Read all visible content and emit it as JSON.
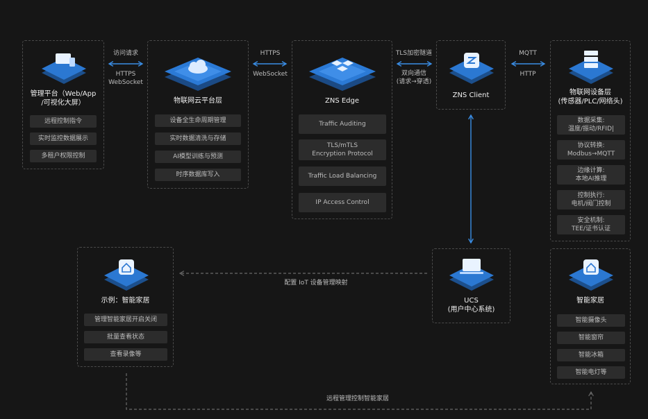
{
  "colors": {
    "accent": "#3a8ee6",
    "background": "#161616",
    "item_bg": "#2c2c2c"
  },
  "mgmt": {
    "title": "管理平台（Web/App\n/可视化大屏）",
    "icon": "monitor-phone-icon",
    "items": [
      "远程控制指令",
      "实时监控数据展示",
      "多租户权限控制"
    ]
  },
  "cloud": {
    "title": "物联网云平台层",
    "icon": "cloud-icon",
    "items": [
      "设备全生命周期管理",
      "实时数据清洗与存储",
      "AI模型训练与预测",
      "时序数据库写入"
    ]
  },
  "edge": {
    "title": "ZNS Edge",
    "icon": "edge-cubes-icon",
    "items": [
      "Traffic Auditing",
      "TLS/mTLS\nEncryption Protocol",
      "Traffic Load Balancing",
      "IP Access Control"
    ]
  },
  "client": {
    "title": "ZNS Client",
    "icon": "client-app-icon"
  },
  "iot": {
    "title": "物联网设备层\n(传感器/PLC/网络头)",
    "icon": "server-rack-icon",
    "items": [
      "数据采集:\n温度/振动/RFID|",
      "协议转换:\nModbus→MQTT",
      "边缘计算:\n本地AI推理",
      "控制执行:\n电机/阀门控制",
      "安全机制:\nTEE/证书认证"
    ]
  },
  "example": {
    "title": "示例：智能家居",
    "icon": "smart-home-icon",
    "items": [
      "管理智能家居开启关闭",
      "批量查看状态",
      "查看录像等"
    ]
  },
  "ucs": {
    "title": "UCS\n(用户中心系统)",
    "icon": "laptop-icon"
  },
  "home": {
    "title": "智能家居",
    "icon": "smart-home-icon",
    "items": [
      "智能摄像头",
      "智能窗帘",
      "智能冰箱",
      "智能电灯等"
    ]
  },
  "links": {
    "mgmt_cloud_top": "访问请求",
    "mgmt_cloud_bottom": "HTTPS\nWebSocket",
    "cloud_edge_top": "HTTPS",
    "cloud_edge_bottom": "WebSocket",
    "edge_client_top": "TLS加密隧道",
    "edge_client_bottom": "双向通信\n(请求→穿透)",
    "client_iot_top": "MQTT",
    "client_iot_bottom": "HTTP",
    "ucs_example": "配置 IoT 设备管理映射",
    "bottom_loop": "远程管理控制智能家居"
  }
}
